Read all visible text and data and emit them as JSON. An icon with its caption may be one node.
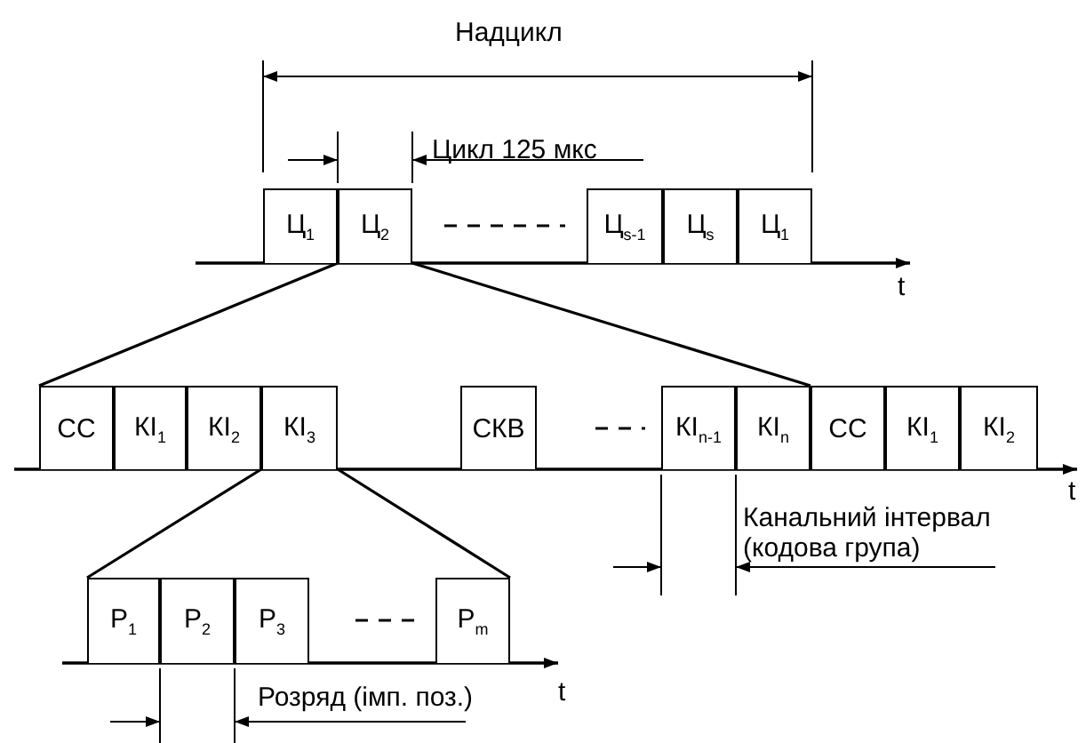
{
  "diagram": {
    "nodes": [
      {
        "text": [
          "Ц$_{1}$"
        ]
      },
      {
        "text": [
          "Ц$_{2}$"
        ]
      },
      {
        "text": [
          "Ц$_{s-1}$"
        ]
      },
      {
        "text": [
          "Ц$_{s}$"
        ]
      },
      {
        "text": [
          "Ц$_{1}$"
        ]
      },
      {
        "text": [
          "СС"
        ]
      },
      {
        "text": [
          "КІ$_{1}$"
        ]
      },
      {
        "text": [
          "КІ$_{2}$"
        ]
      },
      {
        "text": [
          "КІ$_{3}$"
        ]
      },
      {
        "text": [
          "СКВ"
        ]
      },
      {
        "text": [
          "КІ$_{n-1}$"
        ]
      },
      {
        "text": [
          "КІ$_{n}$"
        ]
      },
      {
        "text": [
          "СС"
        ]
      },
      {
        "text": [
          "КІ$_{1}$"
        ]
      },
      {
        "text": [
          "КІ$_{2}$"
        ]
      },
      {
        "text": [
          "Р$_{1}$"
        ]
      },
      {
        "text": [
          "Р$_{2}$"
        ]
      },
      {
        "text": [
          "Р$_{3}$"
        ]
      },
      {
        "text": [
          "Р$_{m}$"
        ]
      }
    ],
    "edges": [
      {
        "from": 1,
        "to": 5,
        "arrow": "none"
      },
      {
        "from": 1,
        "to": 11,
        "arrow": "none"
      },
      {
        "from": 8,
        "to": 15,
        "arrow": "none"
      },
      {
        "from": 8,
        "to": 18,
        "arrow": "none"
      }
    ],
    "labels": [
      "Надцикл",
      "Цикл 125 мкс",
      "t",
      "t",
      "Канальний інтервал (кодова група)",
      "Розряд (імп. поз.)",
      "t"
    ]
  }
}
